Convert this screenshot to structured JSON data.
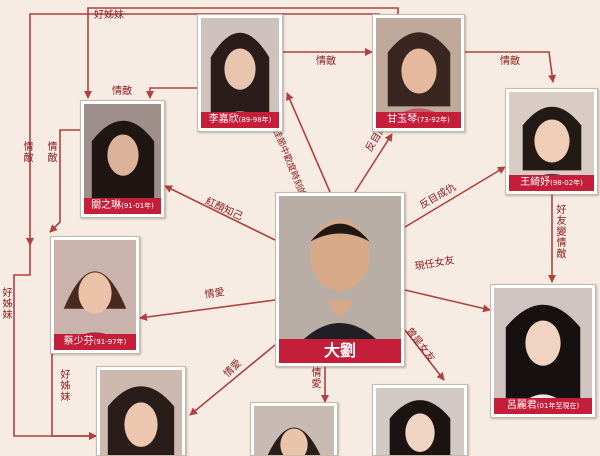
{
  "center": {
    "name": "大劉"
  },
  "people": [
    {
      "key": "li",
      "name": "李嘉欣",
      "years": "(89-98年)"
    },
    {
      "key": "guan",
      "name": "關之琳",
      "years": "(91-01年)"
    },
    {
      "key": "gan",
      "name": "甘玉琴",
      "years": "(73-92年)"
    },
    {
      "key": "wang",
      "name": "王綺妤",
      "years": "(98-02年)"
    },
    {
      "key": "cai",
      "name": "蔡少芬",
      "years": "(91-97年)"
    },
    {
      "key": "lu",
      "name": "呂麗君",
      "years": "(01年至現在)"
    }
  ],
  "relations": {
    "li_center": "佳節中歡度時刻的人",
    "gan_center": "反目成仇",
    "guan_center": "紅顏知己",
    "wang_center": "反目成仇",
    "cai_center": "情愛",
    "lu_center": "現任女友",
    "bottom_left": "情愛",
    "bottom_mid": "情愛",
    "bottom_right": "曾是女友",
    "li_gan": "情敵",
    "gan_wang": "情敵",
    "top_friend": "好姊妹",
    "top_rival": "情敵",
    "left_rival1": "情敵",
    "left_rival2": "情敵",
    "left_friend": "好姊妹",
    "cai_friend": "好姊妹",
    "wang_lu": "好友變情敵"
  },
  "colors": {
    "tag": "#c41e3a",
    "line": "#b0413e",
    "label": "#8b1a1a",
    "background": "#f6ece4"
  }
}
